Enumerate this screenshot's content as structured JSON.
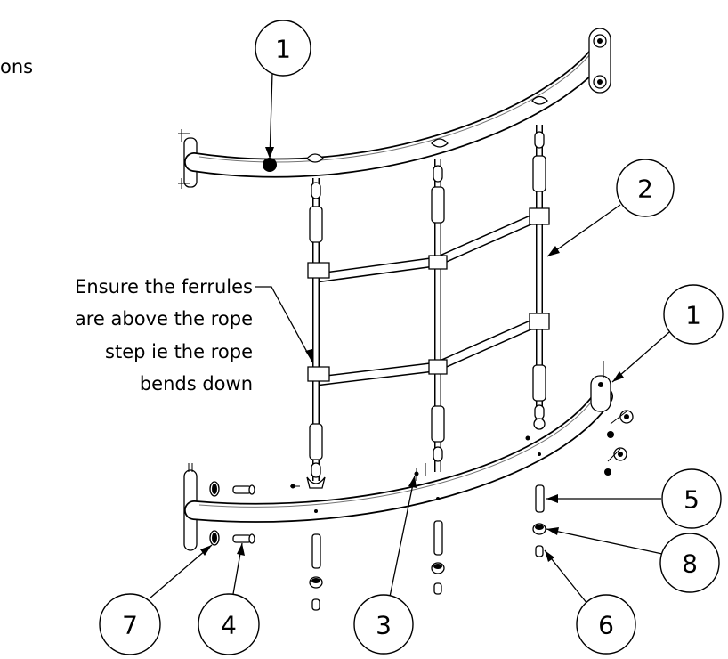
{
  "corner_fragment": "ons",
  "note": {
    "lines": [
      "Ensure the ferrules",
      "are above the rope",
      "step ie the rope",
      "bends down"
    ]
  },
  "callouts": [
    {
      "id": "c1-top",
      "label": "1"
    },
    {
      "id": "c2",
      "label": "2"
    },
    {
      "id": "c1-right",
      "label": "1"
    },
    {
      "id": "c5",
      "label": "5"
    },
    {
      "id": "c8",
      "label": "8"
    },
    {
      "id": "c6",
      "label": "6"
    },
    {
      "id": "c3",
      "label": "3"
    },
    {
      "id": "c4",
      "label": "4"
    },
    {
      "id": "c7",
      "label": "7"
    }
  ]
}
